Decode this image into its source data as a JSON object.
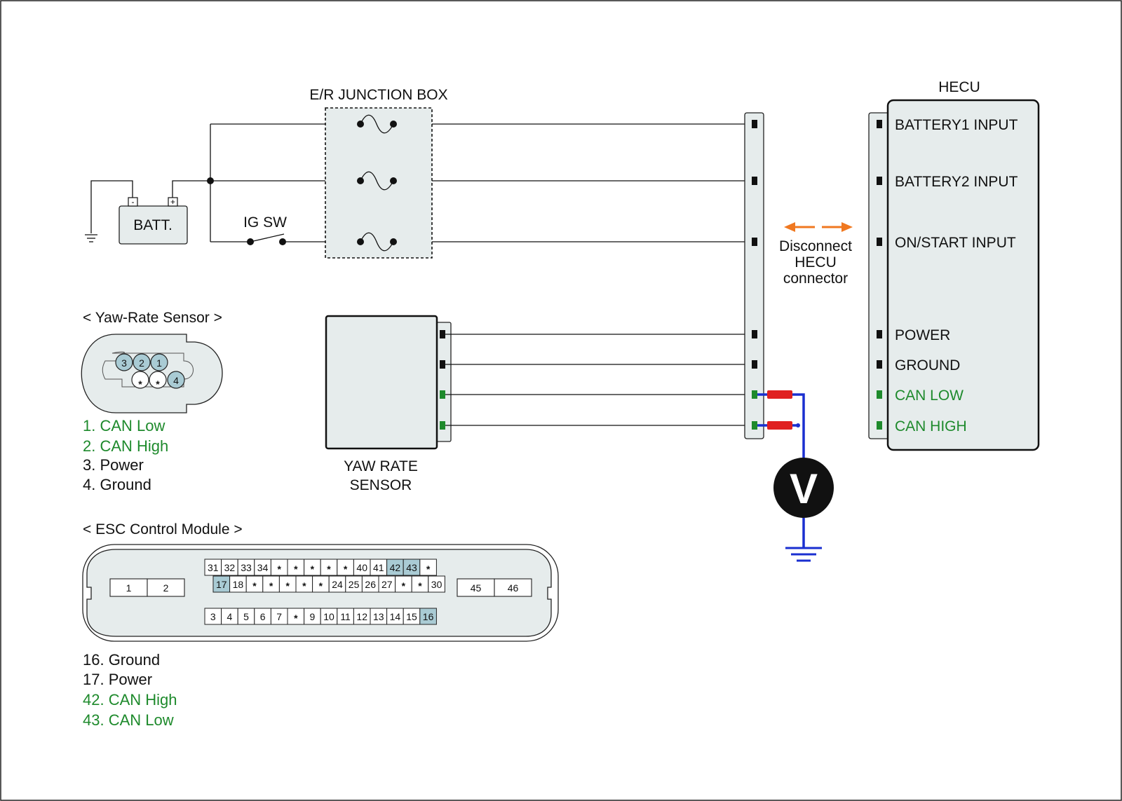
{
  "junction_box": {
    "title": "E/R JUNCTION BOX"
  },
  "battery": {
    "label": "BATT.",
    "neg": "-",
    "pos": "+"
  },
  "ig_switch": {
    "label": "IG SW"
  },
  "hecu": {
    "title": "HECU",
    "pins": [
      {
        "label": "BATTERY1 INPUT",
        "color": "#111111"
      },
      {
        "label": "BATTERY2 INPUT",
        "color": "#111111"
      },
      {
        "label": "ON/START INPUT",
        "color": "#111111"
      },
      {
        "label": "POWER",
        "color": "#111111"
      },
      {
        "label": "GROUND",
        "color": "#111111"
      },
      {
        "label": "CAN LOW",
        "color": "#1e8a2c"
      },
      {
        "label": "CAN HIGH",
        "color": "#1e8a2c"
      }
    ]
  },
  "disconnect_note": {
    "line1": "Disconnect",
    "line2": "HECU",
    "line3": "connector"
  },
  "yaw_sensor_box": {
    "line1": "YAW RATE",
    "line2": "SENSOR"
  },
  "yaw_connector": {
    "title": "< Yaw-Rate Sensor >",
    "pins": [
      "3",
      "2",
      "1",
      "*",
      "*",
      "4"
    ],
    "legend": [
      {
        "text": "1. CAN Low",
        "color": "#1e8a2c"
      },
      {
        "text": "2. CAN High",
        "color": "#1e8a2c"
      },
      {
        "text": "3. Power",
        "color": "#111111"
      },
      {
        "text": "4. Ground",
        "color": "#111111"
      }
    ]
  },
  "esc_connector": {
    "title": "< ESC Control Module >",
    "left_pins": [
      "1",
      "2"
    ],
    "right_pins": [
      "45",
      "46"
    ],
    "row1": [
      "31",
      "32",
      "33",
      "34",
      "*",
      "*",
      "*",
      "*",
      "*",
      "40",
      "41",
      "42",
      "43",
      "*"
    ],
    "row2": [
      "17",
      "18",
      "*",
      "*",
      "*",
      "*",
      "*",
      "24",
      "25",
      "26",
      "27",
      "*",
      "*",
      "30"
    ],
    "row3": [
      "3",
      "4",
      "5",
      "6",
      "7",
      "*",
      "9",
      "10",
      "11",
      "12",
      "13",
      "14",
      "15",
      "16"
    ],
    "highlighted": [
      "42",
      "43",
      "17",
      "16"
    ],
    "legend": [
      {
        "text": "16. Ground",
        "color": "#111111"
      },
      {
        "text": "17. Power",
        "color": "#111111"
      },
      {
        "text": "42. CAN High",
        "color": "#1e8a2c"
      },
      {
        "text": "43. CAN Low",
        "color": "#1e8a2c"
      }
    ]
  },
  "voltmeter": {
    "symbol": "V"
  },
  "colors": {
    "wire": "#111111",
    "can_terminal": "#1e8a2c",
    "probe": "#e02020",
    "probe_lead": "#1a2fd0",
    "arrow": "#f07820",
    "highlight": "#a9cbd4",
    "fill": "#e6ecec"
  }
}
